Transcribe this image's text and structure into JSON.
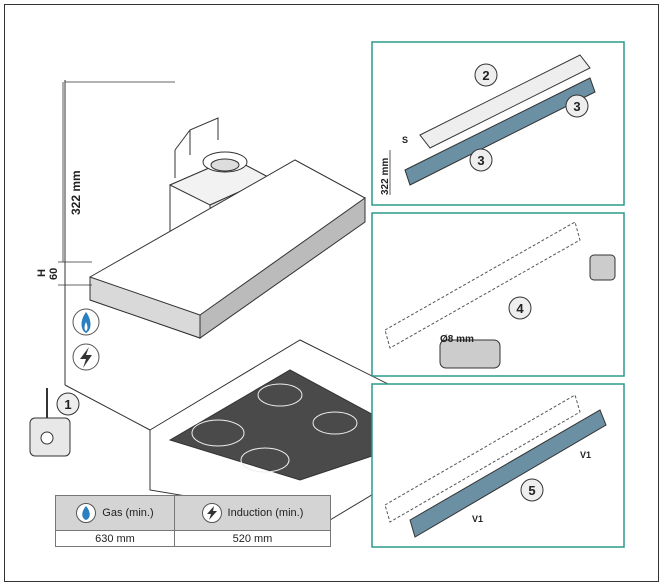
{
  "dimension_labels": {
    "height_total": "322 mm",
    "h_label": "H",
    "h_value": "60",
    "bracket_height": "322 mm",
    "s_label": "S",
    "drill_diameter": "Ø8 mm",
    "screw_v1_a": "V1",
    "screw_v1_b": "V1"
  },
  "step_numbers": {
    "step1": "1",
    "step2": "2",
    "step3a": "3",
    "step3b": "3",
    "step4": "4",
    "step5": "5"
  },
  "table": {
    "headers": [
      "Gas (min.)",
      "Induction (min.)"
    ],
    "values": [
      "630 mm",
      "520 mm"
    ]
  },
  "colors": {
    "bracket": "#6b8fa3",
    "gas_icon": "#2a7fc1",
    "panel_border": "#2a9a8a"
  }
}
